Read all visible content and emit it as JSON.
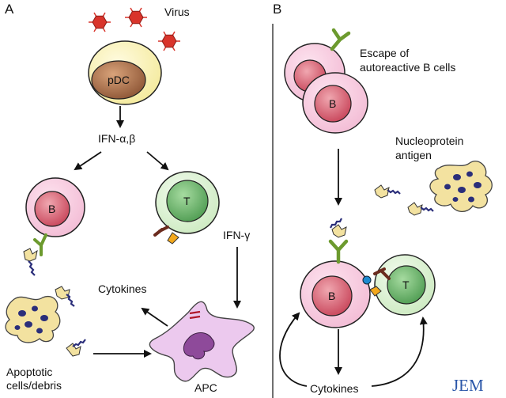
{
  "panels": {
    "a": "A",
    "b": "B"
  },
  "labels": {
    "virus": "Virus",
    "pdc": "pDC",
    "ifn_ab": "IFN-α,β",
    "b_cell_a": "B",
    "t_cell_a": "T",
    "ifn_g": "IFN-γ",
    "cytokines_a": "Cytokines",
    "apc": "APC",
    "apoptotic_1": "Apoptotic",
    "apoptotic_2": "cells/debris",
    "escape_1": "Escape of",
    "escape_2": "autoreactive B cells",
    "b_cell_b1": "B",
    "nucleo_1": "Nucleoprotein",
    "nucleo_2": "antigen",
    "b_cell_b2": "B",
    "t_cell_b": "T",
    "cytokines_b": "Cytokines"
  },
  "journal": "JEM",
  "colors": {
    "virus": "#d9342b",
    "pdc_nucleus": "#a06a45",
    "pdc_cyto": "#fbf6b8",
    "b_cyto": "#f6c6dc",
    "b_nucleus": "#c8455a",
    "t_cyto": "#dff3d6",
    "t_nucleus": "#5aa65a",
    "apc_cyto": "#e7c4e8",
    "apc_nucleus": "#8e4a9a",
    "debris": "#f3e2a0",
    "debris_dots": "#2a2e7a",
    "bcr": "#6c9a2e",
    "tcr": "#6b2b1e",
    "mhc": "#f3a81c",
    "journal": "#2a56a8"
  }
}
